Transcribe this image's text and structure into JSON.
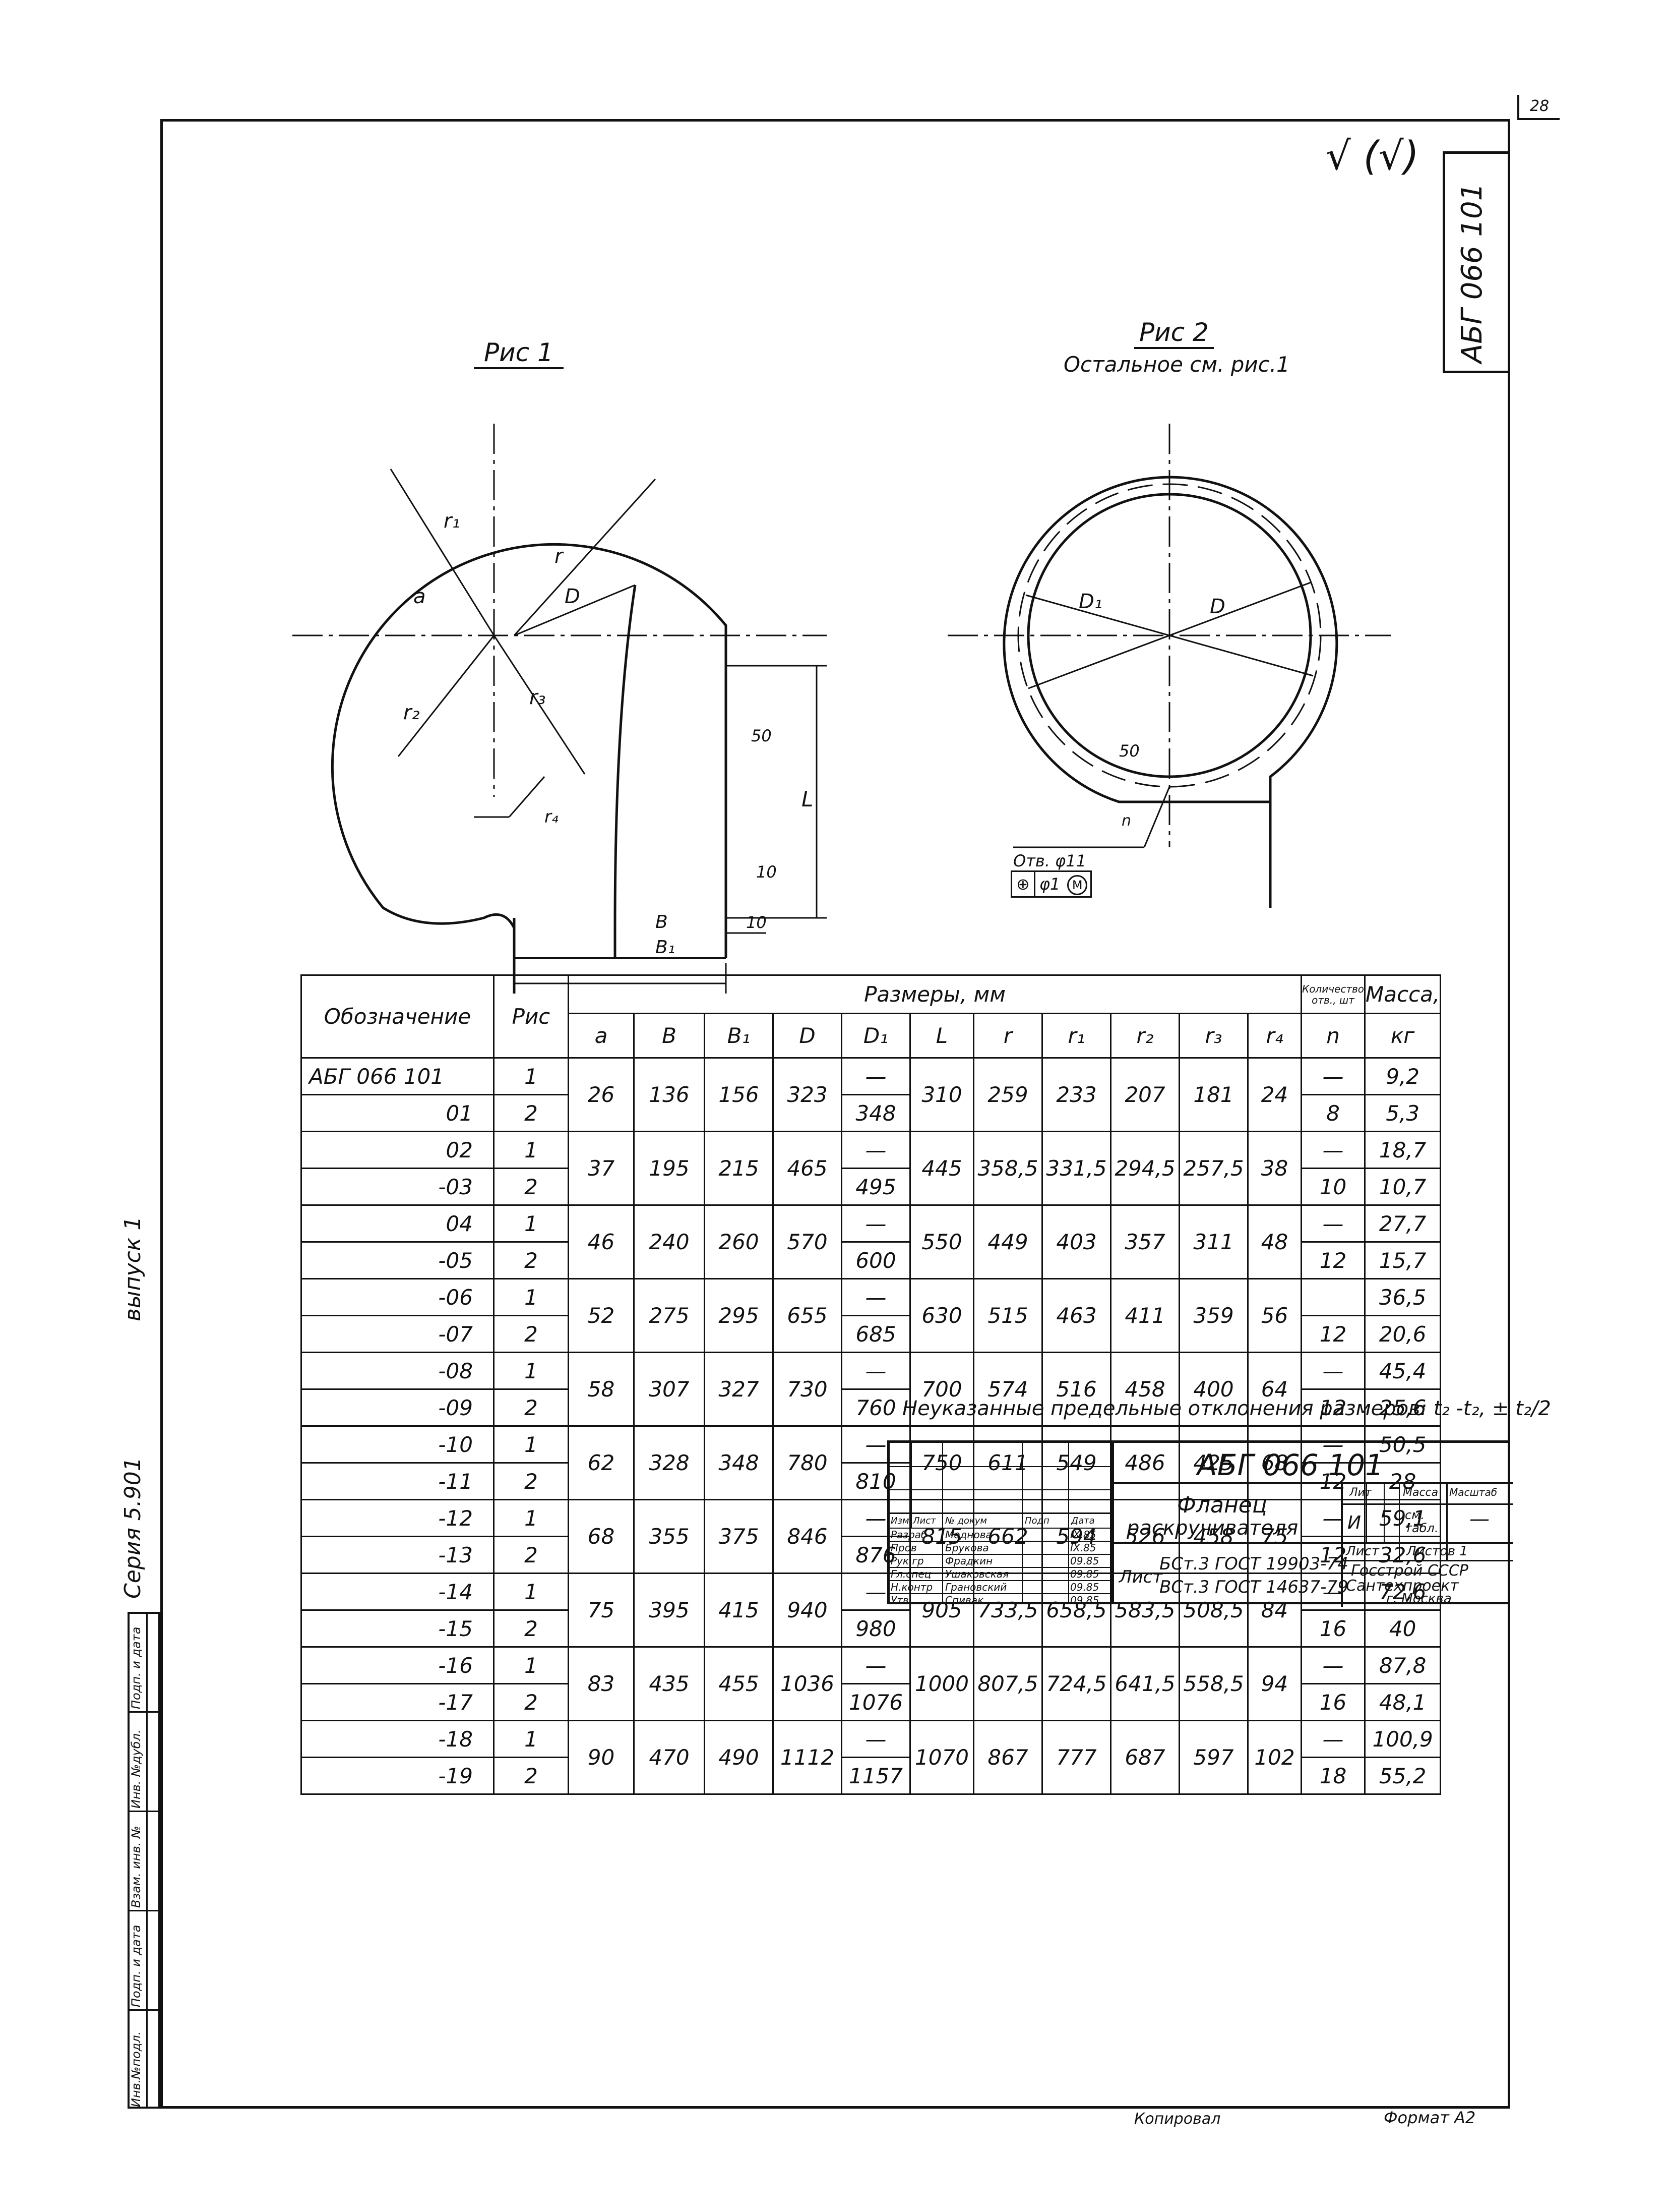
{
  "sheet_number": "28",
  "corner_marks": "√ (√)",
  "doc_code_vertical": "АБГ 066 101",
  "side_strip": {
    "series": "Серия 5.901",
    "issue": "выпуск 1",
    "cells": [
      "Инв.№подл.",
      "Подп. и дата",
      "Взам. инв. №",
      "Инв. №дубл.",
      "Подп. и дата"
    ]
  },
  "fig1": {
    "title": "Рис 1",
    "labels": {
      "r1": "r₁",
      "r": "r",
      "a": "а",
      "D": "D",
      "r2": "r₂",
      "r3": "r₃",
      "r4": "r₄",
      "s50": "50",
      "L": "L",
      "d10a": "10",
      "d10b": "10",
      "B": "B",
      "B1": "B₁"
    }
  },
  "fig2": {
    "title": "Рис 2",
    "subtitle": "Остальное см. рис.1",
    "labels": {
      "D1": "D₁",
      "D": "D",
      "s50": "50",
      "n": "n",
      "hole": "Отв. φ11",
      "tol_pos": "⊕",
      "tol_val": "φ1",
      "tol_m": "M"
    }
  },
  "table": {
    "headers": {
      "designation": "Обозначение",
      "fig": "Рис",
      "dims": "Размеры, мм",
      "qty_top": "Количество",
      "qty_unit": "отв., шт",
      "mass": "Масса,",
      "mass_unit": "кг",
      "cols": [
        "a",
        "B",
        "B₁",
        "D",
        "D₁",
        "L",
        "r",
        "r₁",
        "r₂",
        "r₃",
        "r₄"
      ],
      "n": "n"
    },
    "rows": [
      {
        "des": "АБГ 066 101",
        "fig": "1",
        "a": "26",
        "B": "136",
        "B1": "156",
        "D": "323",
        "D1": "—",
        "L": "310",
        "r": "259",
        "r1": "233",
        "r2": "207",
        "r3": "181",
        "r4": "24",
        "n": "—",
        "mass": "9,2"
      },
      {
        "des": "01",
        "fig": "2",
        "D1": "348",
        "n": "8",
        "mass": "5,3"
      },
      {
        "des": "02",
        "fig": "1",
        "a": "37",
        "B": "195",
        "B1": "215",
        "D": "465",
        "D1": "—",
        "L": "445",
        "r": "358,5",
        "r1": "331,5",
        "r2": "294,5",
        "r3": "257,5",
        "r4": "38",
        "n": "—",
        "mass": "18,7"
      },
      {
        "des": "-03",
        "fig": "2",
        "D1": "495",
        "n": "10",
        "mass": "10,7"
      },
      {
        "des": "04",
        "fig": "1",
        "a": "46",
        "B": "240",
        "B1": "260",
        "D": "570",
        "D1": "—",
        "L": "550",
        "r": "449",
        "r1": "403",
        "r2": "357",
        "r3": "311",
        "r4": "48",
        "n": "—",
        "mass": "27,7"
      },
      {
        "des": "-05",
        "fig": "2",
        "D1": "600",
        "n": "12",
        "mass": "15,7"
      },
      {
        "des": "-06",
        "fig": "1",
        "a": "52",
        "B": "275",
        "B1": "295",
        "D": "655",
        "D1": "—",
        "L": "630",
        "r": "515",
        "r1": "463",
        "r2": "411",
        "r3": "359",
        "r4": "56",
        "n": "",
        "mass": "36,5"
      },
      {
        "des": "-07",
        "fig": "2",
        "D1": "685",
        "n": "12",
        "mass": "20,6"
      },
      {
        "des": "-08",
        "fig": "1",
        "a": "58",
        "B": "307",
        "B1": "327",
        "D": "730",
        "D1": "—",
        "L": "700",
        "r": "574",
        "r1": "516",
        "r2": "458",
        "r3": "400",
        "r4": "64",
        "n": "—",
        "mass": "45,4"
      },
      {
        "des": "-09",
        "fig": "2",
        "D1": "760",
        "n": "12",
        "mass": "25,6"
      },
      {
        "des": "-10",
        "fig": "1",
        "a": "62",
        "B": "328",
        "B1": "348",
        "D": "780",
        "D1": "—",
        "L": "750",
        "r": "611",
        "r1": "549",
        "r2": "486",
        "r3": "425",
        "r4": "68",
        "n": "—",
        "mass": "50,5"
      },
      {
        "des": "-11",
        "fig": "2",
        "D1": "810",
        "n": "12",
        "mass": "28"
      },
      {
        "des": "-12",
        "fig": "1",
        "a": "68",
        "B": "355",
        "B1": "375",
        "D": "846",
        "D1": "—",
        "L": "815",
        "r": "662",
        "r1": "594",
        "r2": "526",
        "r3": "458",
        "r4": "75",
        "n": "—",
        "mass": "59,1"
      },
      {
        "des": "-13",
        "fig": "2",
        "D1": "876",
        "n": "12",
        "mass": "32,6"
      },
      {
        "des": "-14",
        "fig": "1",
        "a": "75",
        "B": "395",
        "B1": "415",
        "D": "940",
        "D1": "—",
        "L": "905",
        "r": "733,5",
        "r1": "658,5",
        "r2": "583,5",
        "r3": "508,5",
        "r4": "84",
        "n": "—",
        "mass": "72,6"
      },
      {
        "des": "-15",
        "fig": "2",
        "D1": "980",
        "n": "16",
        "mass": "40"
      },
      {
        "des": "-16",
        "fig": "1",
        "a": "83",
        "B": "435",
        "B1": "455",
        "D": "1036",
        "D1": "—",
        "L": "1000",
        "r": "807,5",
        "r1": "724,5",
        "r2": "641,5",
        "r3": "558,5",
        "r4": "94",
        "n": "—",
        "mass": "87,8"
      },
      {
        "des": "-17",
        "fig": "2",
        "D1": "1076",
        "n": "16",
        "mass": "48,1"
      },
      {
        "des": "-18",
        "fig": "1",
        "a": "90",
        "B": "470",
        "B1": "490",
        "D": "1112",
        "D1": "—",
        "L": "1070",
        "r": "867",
        "r1": "777",
        "r2": "687",
        "r3": "597",
        "r4": "102",
        "n": "—",
        "mass": "100,9"
      },
      {
        "des": "-19",
        "fig": "2",
        "D1": "1157",
        "n": "18",
        "mass": "55,2"
      }
    ]
  },
  "note": "Неуказанные предельные отклонения размеров: t₂ -t₂, ± t₂/2",
  "stamp": {
    "code": "АБГ 066 101",
    "title_1": "Фланец",
    "title_2": "раскручивателя",
    "lit_hdr": "Лит",
    "mass_hdr": "Масса",
    "scale_hdr": "Масштаб",
    "lit": "И",
    "mass": "см. табл.",
    "scale": "—",
    "sheet": "Лист",
    "sheets": "Листов 1",
    "material_1": "БСт.3 ГОСТ 19903-74",
    "material_2": "ВСт.3 ГОСТ 14637-79",
    "material_label": "Лист",
    "org_1": "Госстрой СССР",
    "org_2": "Сантехпроект",
    "org_3": "г. Москва",
    "col_hdr": [
      "Изм",
      "Лист",
      "№ докум",
      "Подп",
      "Дата"
    ],
    "people": [
      {
        "role": "Разраб",
        "name": "Меднова",
        "date": "IX.85"
      },
      {
        "role": "Пров",
        "name": "Брукова",
        "date": "IX.85"
      },
      {
        "role": "Рук.гр",
        "name": "Фрадкин",
        "date": "09.85"
      },
      {
        "role": "Гл.спец",
        "name": "Ушаковская",
        "date": "09.85"
      },
      {
        "role": "Н.контр",
        "name": "Грановский",
        "date": "09.85"
      },
      {
        "role": "Утв",
        "name": "Спивак",
        "date": "09.85"
      }
    ]
  },
  "bottom": {
    "copied": "Копировал",
    "format": "Формат A2"
  }
}
